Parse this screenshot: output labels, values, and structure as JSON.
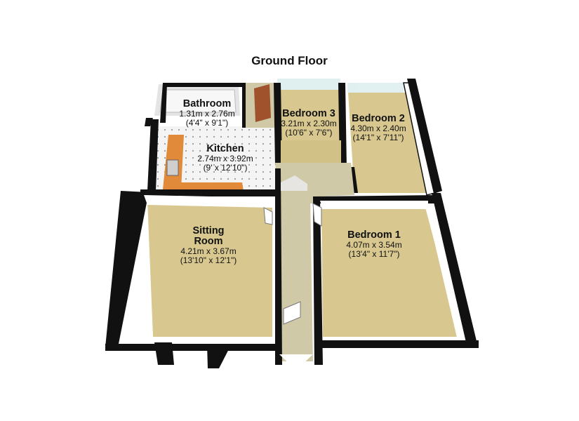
{
  "floor_title": "Ground Floor",
  "rooms": {
    "bathroom": {
      "name": "Bathroom",
      "metric": "1.31m x 2.76m",
      "imperial": "(4'4\" x 9'1\")"
    },
    "kitchen": {
      "name": "Kitchen",
      "metric": "2.74m x 3.92m",
      "imperial": "(9' x 12'10\")"
    },
    "bedroom3": {
      "name": "Bedroom 3",
      "metric": "3.21m x 2.30m",
      "imperial": "(10'6\" x 7'6\")"
    },
    "bedroom2": {
      "name": "Bedroom 2",
      "metric": "4.30m x 2.40m",
      "imperial": "(14'1\" x 7'11\")"
    },
    "sitting": {
      "name_line1": "Sitting",
      "name_line2": "Room",
      "metric": "4.21m x 3.67m",
      "imperial": "(13'10\" x 12'1\")"
    },
    "bedroom1": {
      "name": "Bedroom 1",
      "metric": "4.07m x 3.54m",
      "imperial": "(13'4\" x 11'7\")"
    }
  },
  "colors": {
    "carpet": "#d8c890",
    "wall_top": "#111111",
    "wall_face": "#ffffff",
    "shadow": "#cfe3e3",
    "tile": "#f2f2f2",
    "counter": "#e08a3a",
    "door": "#a0522d"
  }
}
